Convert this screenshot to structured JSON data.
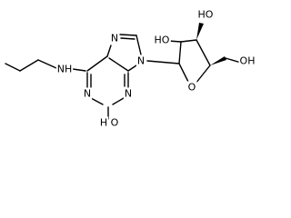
{
  "diagram": {
    "type": "chemical-structure",
    "atom_labels": {
      "purine_n7": "N",
      "purine_n9": "N",
      "purine_n1": "N",
      "purine_n3": "N",
      "amine_nh": "NH",
      "c2_oxygen": "O",
      "c2_hydrogen": "H",
      "ring_oxygen": "O",
      "c2p_hydroxyl": "HO",
      "c3p_hydroxyl": "HO",
      "c5p_hydroxyl": "OH"
    },
    "colors": {
      "bond": "#000000",
      "text": "#000000",
      "background": "#ffffff"
    }
  }
}
